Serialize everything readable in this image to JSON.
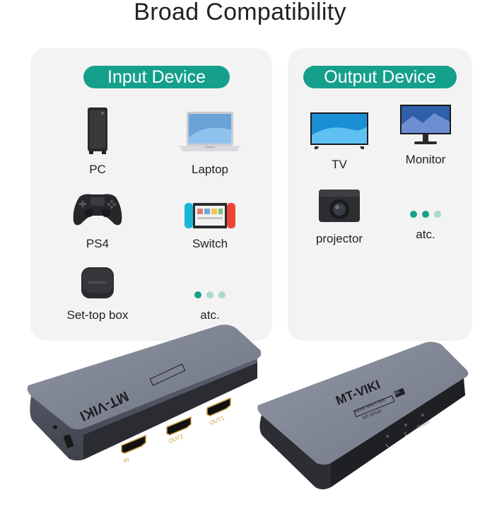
{
  "title": "Broad Compatibility",
  "input": {
    "header": "Input Device",
    "devices": [
      {
        "label": "PC",
        "icon": "pc-tower-icon"
      },
      {
        "label": "Laptop",
        "icon": "laptop-icon"
      },
      {
        "label": "PS4",
        "icon": "gamepad-icon"
      },
      {
        "label": "Switch",
        "icon": "nintendo-switch-icon"
      },
      {
        "label": "Set-top box",
        "icon": "set-top-box-icon"
      },
      {
        "label": "atc.",
        "icon": "more-dots-icon"
      }
    ]
  },
  "output": {
    "header": "Output Device",
    "devices": [
      {
        "label": "TV",
        "icon": "tv-icon"
      },
      {
        "label": "Monitor",
        "icon": "monitor-icon"
      },
      {
        "label": "projector",
        "icon": "projector-icon"
      },
      {
        "label": "atc.",
        "icon": "more-dots-icon"
      }
    ]
  },
  "product": {
    "brand": "MT-VIKI",
    "subtitle": "HDMI SPLITTER",
    "badge": "8K",
    "model": "MT-SP182",
    "ports": {
      "in": "IN",
      "out1": "OUT1",
      "out2": "OUT2"
    },
    "leds": {
      "led1": "1",
      "led2": "2",
      "power": "Power"
    }
  },
  "colors": {
    "accent": "#15a08c",
    "dot_light": "#a9d9cf",
    "panel": "#f3f3f3",
    "device_body": "#6f7685"
  }
}
